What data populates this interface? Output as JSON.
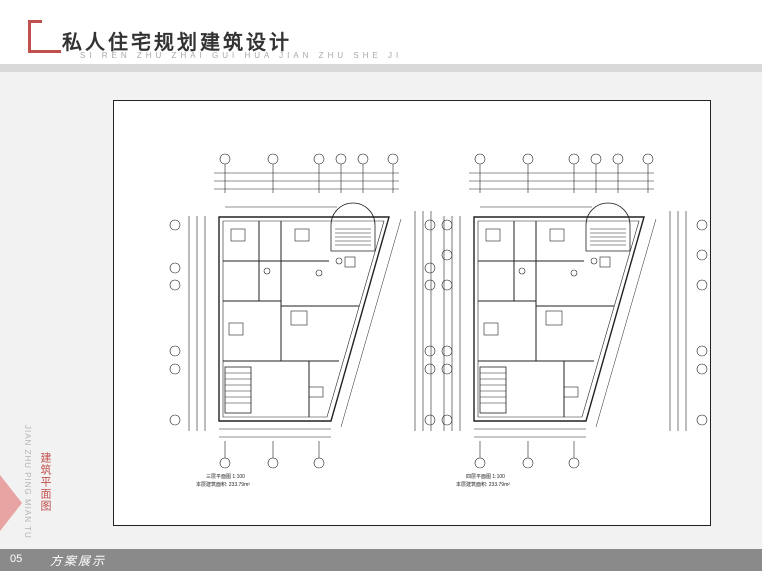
{
  "header": {
    "title": "私人住宅规划建筑设计",
    "pinyin": "SI REN ZHU ZHAI GUI HUA JIAN ZHU SHE JI"
  },
  "side": {
    "pinyin": "JIAN ZHU PING MIAN TU",
    "title": "建筑平面图"
  },
  "footer": {
    "number": "05",
    "label": "方案展示"
  },
  "plans": [
    {
      "title": "三层平面图",
      "scale": "1:100",
      "area_label": "本层建筑面积:",
      "area": "233.79m²"
    },
    {
      "title": "四层平面图",
      "scale": "1:100",
      "area_label": "本层建筑面积:",
      "area": "233.79m²"
    }
  ],
  "colors": {
    "accent": "#c0504d",
    "footer": "#8a8a8a",
    "line": "#222222"
  }
}
